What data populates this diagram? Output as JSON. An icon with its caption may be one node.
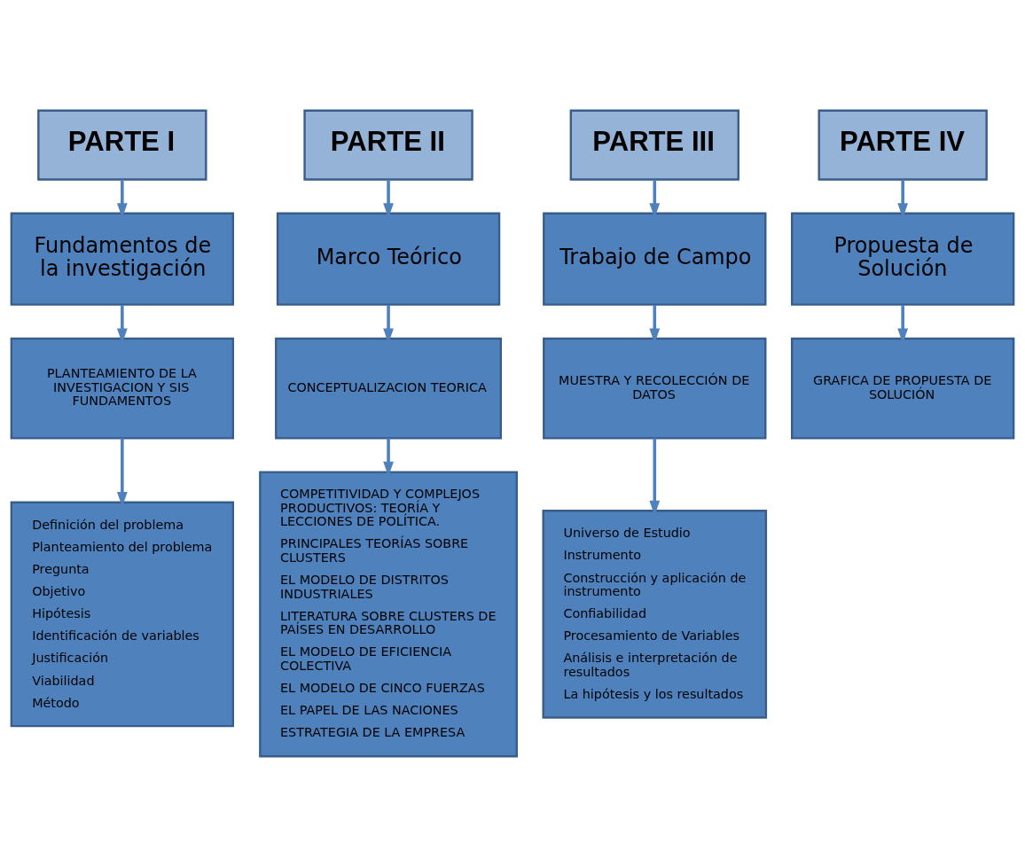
{
  "diagram": {
    "nodes": [
      {
        "text": [
          "PARTE I"
        ]
      },
      {
        "text": [
          "PARTE II"
        ]
      },
      {
        "text": [
          "PARTE III"
        ]
      },
      {
        "text": [
          "PARTE IV"
        ]
      },
      {
        "text": [
          "Fundamentos de la investigación"
        ]
      },
      {
        "text": [
          "Marco Teórico"
        ]
      },
      {
        "text": [
          "Trabajo de Campo"
        ]
      },
      {
        "text": [
          "Propuesta de Solución"
        ]
      },
      {
        "text": [
          "PLANTEAMIENTO DE LA INVESTIGACION Y SIS FUNDAMENTOS"
        ]
      },
      {
        "text": [
          "CONCEPTUALIZACION TEORICA"
        ]
      },
      {
        "text": [
          "MUESTRA Y RECOLECCIÓN DE DATOS"
        ]
      },
      {
        "text": [
          "GRAFICA DE PROPUESTA DE SOLUCIÓN"
        ]
      },
      {
        "text": [
          "Definición del problema",
          "Planteamiento del problema",
          "Pregunta",
          "Objetivo",
          "Hipótesis",
          "Identificación de variables",
          "Justificación",
          "Viabilidad",
          "Método"
        ]
      },
      {
        "text": [
          "COMPETITIVIDAD Y COMPLEJOS PRODUCTIVOS: TEORÍA Y LECCIONES DE POLÍTICA.",
          "PRINCIPALES TEORÍAS SOBRE CLUSTERS",
          "EL MODELO DE DISTRITOS INDUSTRIALES",
          "LITERATURA SOBRE CLUSTERS DE PAÍSES EN DESARROLLO",
          "EL MODELO DE EFICIENCIA COLECTIVA",
          "EL MODELO DE CINCO FUERZAS",
          "EL PAPEL DE LAS NACIONES",
          "ESTRATEGIA DE LA EMPRESA"
        ]
      },
      {
        "text": [
          "Universo de Estudio",
          "Instrumento",
          "Construcción y aplicación de instrumento",
          "Confiabilidad",
          "Procesamiento de Variables",
          "Análisis e interpretación de resultados",
          "La hipótesis y los resultados"
        ]
      }
    ],
    "edges": [
      {
        "from": 0,
        "to": 4,
        "arrow": "to"
      },
      {
        "from": 1,
        "to": 5,
        "arrow": "to"
      },
      {
        "from": 2,
        "to": 6,
        "arrow": "to"
      },
      {
        "from": 3,
        "to": 7,
        "arrow": "to"
      },
      {
        "from": 4,
        "to": 8,
        "arrow": "to"
      },
      {
        "from": 5,
        "to": 9,
        "arrow": "to"
      },
      {
        "from": 6,
        "to": 10,
        "arrow": "to"
      },
      {
        "from": 7,
        "to": 11,
        "arrow": "to"
      },
      {
        "from": 8,
        "to": 12,
        "arrow": "to"
      },
      {
        "from": 9,
        "to": 13,
        "arrow": "to"
      },
      {
        "from": 10,
        "to": 14,
        "arrow": "to"
      }
    ]
  }
}
